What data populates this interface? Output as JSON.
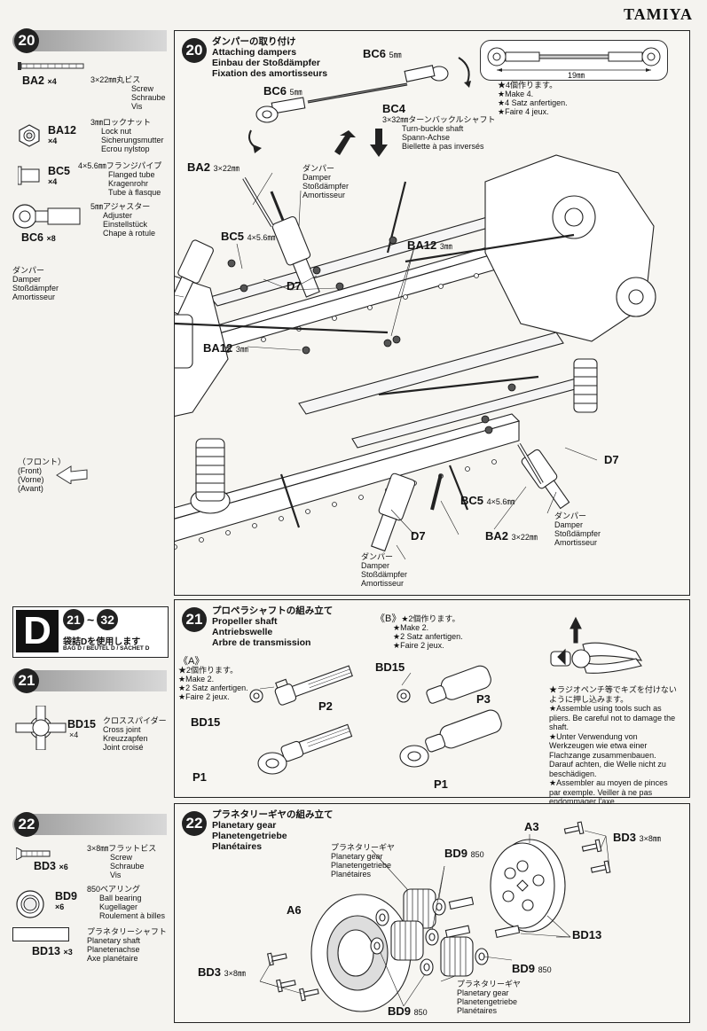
{
  "brand": "TAMIYA",
  "left_parts_20": [
    {
      "code": "BA2",
      "qty": "×4",
      "spec": "3×22㎜丸ビス",
      "en": "Screw",
      "de": "Schraube",
      "fr": "Vis"
    },
    {
      "code": "BA12",
      "qty": "×4",
      "spec": "3㎜ロックナット",
      "en": "Lock nut",
      "de": "Sicherungsmutter",
      "fr": "Ecrou nylstop"
    },
    {
      "code": "BC5",
      "qty": "×4",
      "spec": "4×5.6㎜フランジパイプ",
      "en": "Flanged tube",
      "de": "Kragenrohr",
      "fr": "Tube à flasque"
    },
    {
      "code": "BC6",
      "qty": "×8",
      "spec": "5㎜アジャスター",
      "en": "Adjuster",
      "de": "Einstellstück",
      "fr": "Chape à rotule"
    }
  ],
  "step20": {
    "num": "20",
    "title_jp": "ダンパーの取り付け",
    "title_en": "Attaching dampers",
    "title_de": "Einbau der Stoßdämpfer",
    "title_fr": "Fixation des amortisseurs",
    "bc6_top": "BC6",
    "bc6_top_size": "5㎜",
    "bc6_left": "BC6",
    "bc6_left_size": "5㎜",
    "bc4": "BC4",
    "bc4_spec": "3×32㎜ターンバックルシャフト",
    "bc4_en": "Turn-buckle shaft",
    "bc4_de": "Spann-Achse",
    "bc4_fr": "Biellette à pas inversés",
    "measure": "19㎜",
    "make_jp": "★4個作ります。",
    "make_en": "★Make 4.",
    "make_de": "★4 Satz anfertigen.",
    "make_fr": "★Faire 4 jeux.",
    "ba2_top": "BA2",
    "ba2_top_size": "3×22㎜",
    "damper_jp": "ダンパー",
    "damper_en": "Damper",
    "damper_de": "Stoßdämpfer",
    "damper_fr": "Amortisseur",
    "bc5_top": "BC5",
    "bc5_top_size": "4×5.6㎜",
    "ba12_right": "BA12",
    "ba12_right_size": "3㎜",
    "ba12_left": "BA12",
    "ba12_left_size": "3㎜",
    "d7": "D7",
    "front_jp": "（フロント）",
    "front_en": "(Front)",
    "front_de": "(Vorne)",
    "front_fr": "(Avant)",
    "bc5_bottom": "BC5",
    "bc5_bottom_size": "4×5.6㎜",
    "ba2_bottom": "BA2",
    "ba2_bottom_size": "3×22㎜"
  },
  "bagD": {
    "letter": "D",
    "range_from": "21",
    "range_sep": "~",
    "range_to": "32",
    "use_jp": "袋詰Dを使用します",
    "use_ml": "BAG D / BEUTEL D / SACHET D"
  },
  "left_parts_21": [
    {
      "code": "BD15",
      "qty": "×4",
      "spec": "クロススパイダー",
      "en": "Cross joint",
      "de": "Kreuzzapfen",
      "fr": "Joint croisé"
    }
  ],
  "step21": {
    "num": "21",
    "title_jp": "プロペラシャフトの組み立て",
    "title_en": "Propeller shaft",
    "title_de": "Antriebswelle",
    "title_fr": "Arbre de transmission",
    "a_tag": "《A》",
    "a_jp": "★2個作ります。",
    "a_en": "★Make 2.",
    "a_de": "★2 Satz anfertigen.",
    "a_fr": "★Faire 2 jeux.",
    "b_tag": "《B》",
    "b_jp": "★2個作ります。",
    "b_en": "★Make 2.",
    "b_de": "★2 Satz anfertigen.",
    "b_fr": "★Faire 2 jeux.",
    "bd15": "BD15",
    "p1": "P1",
    "p2": "P2",
    "p3": "P3",
    "note_jp": "★ラジオペンチ等でキズを付けないように押し込みます。",
    "note_en": "★Assemble using tools such as pliers. Be careful not to damage the shaft.",
    "note_de": "★Unter Verwendung von Werkzeugen wie etwa einer Flachzange zusammenbauen. Darauf achten, die Welle nicht zu beschädigen.",
    "note_fr": "★Assembler au moyen de pinces par exemple. Veiller à ne pas endommager l'axe."
  },
  "left_parts_22": [
    {
      "code": "BD3",
      "qty": "×6",
      "spec": "3×8㎜フラットビス",
      "en": "Screw",
      "de": "Schraube",
      "fr": "Vis"
    },
    {
      "code": "BD9",
      "qty": "×6",
      "spec": "850ベアリング",
      "en": "Ball bearing",
      "de": "Kugellager",
      "fr": "Roulement à billes"
    },
    {
      "code": "BD13",
      "qty": "×3",
      "spec": "プラネタリーシャフト",
      "en": "Planetary shaft",
      "de": "Planetenachse",
      "fr": "Axe planétaire"
    }
  ],
  "step22": {
    "num": "22",
    "title_jp": "プラネタリーギヤの組み立て",
    "title_en": "Planetary gear",
    "title_de": "Planetengetriebe",
    "title_fr": "Planétaires",
    "a3": "A3",
    "a6": "A6",
    "bd3": "BD3",
    "bd3_size": "3×8㎜",
    "bd9": "BD9",
    "bd9_size": "850",
    "bd13": "BD13",
    "pg_jp": "プラネタリーギヤ",
    "pg_en": "Planetary gear",
    "pg_de": "Planetengetriebe",
    "pg_fr": "Planétaires"
  }
}
